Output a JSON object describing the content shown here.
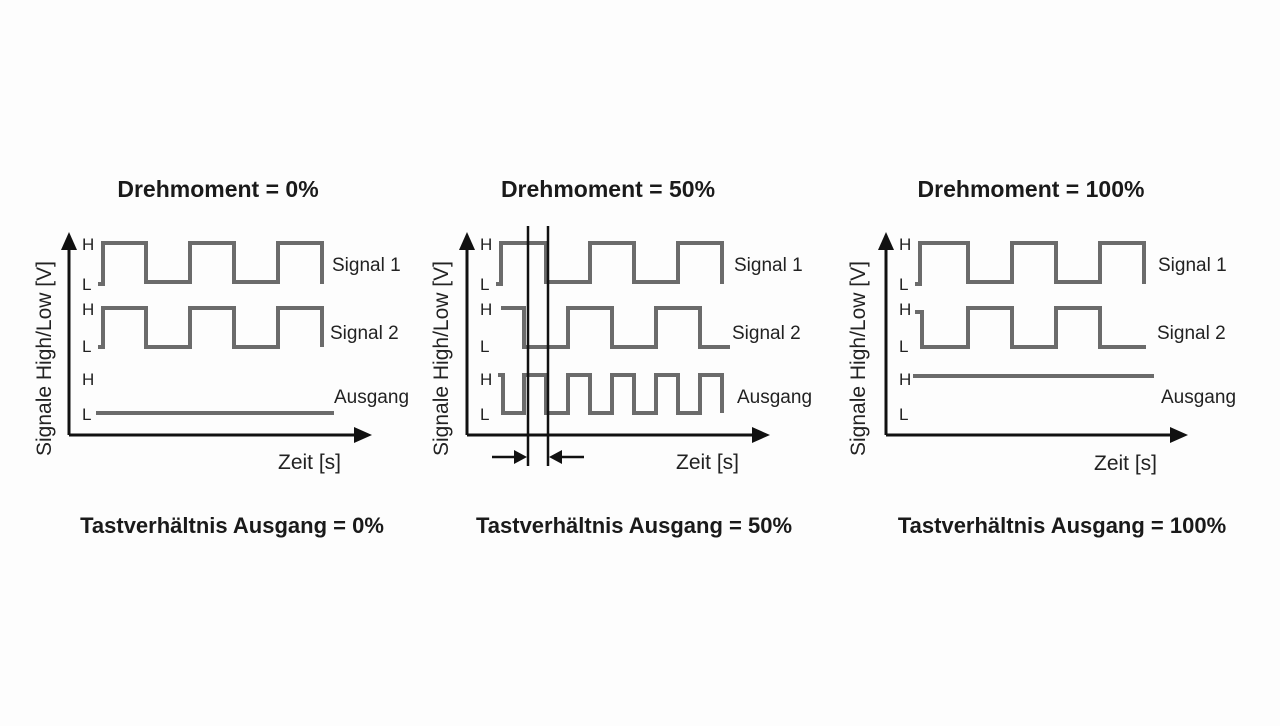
{
  "panels": [
    {
      "title": "Drehmoment = 0%",
      "caption": "Tastverhältnis Ausgang = 0%",
      "y_axis_label": "Signale High/Low [V]",
      "x_axis_label": "Zeit [s]",
      "signals": [
        {
          "name": "Signal 1",
          "high_label": "H",
          "low_label": "L"
        },
        {
          "name": "Signal 2",
          "high_label": "H",
          "low_label": "L"
        },
        {
          "name": "Ausgang",
          "high_label": "H",
          "low_label": "L"
        }
      ]
    },
    {
      "title": "Drehmoment = 50%",
      "caption": "Tastverhältnis Ausgang = 50%",
      "y_axis_label": "Signale High/Low [V]",
      "x_axis_label": "Zeit [s]",
      "signals": [
        {
          "name": "Signal 1",
          "high_label": "H",
          "low_label": "L"
        },
        {
          "name": "Signal 2",
          "high_label": "H",
          "low_label": "L"
        },
        {
          "name": "Ausgang",
          "high_label": "H",
          "low_label": "L"
        }
      ]
    },
    {
      "title": "Drehmoment = 100%",
      "caption": "Tastverhältnis Ausgang = 100%",
      "y_axis_label": "Signale High/Low [V]",
      "x_axis_label": "Zeit [s]",
      "signals": [
        {
          "name": "Signal 1",
          "high_label": "H",
          "low_label": "L"
        },
        {
          "name": "Signal 2",
          "high_label": "H",
          "low_label": "L"
        },
        {
          "name": "Ausgang",
          "high_label": "H",
          "low_label": "L"
        }
      ]
    }
  ],
  "colors": {
    "waveform": "#6b6b6b",
    "axis": "#111111",
    "text": "#1a1a1a"
  }
}
